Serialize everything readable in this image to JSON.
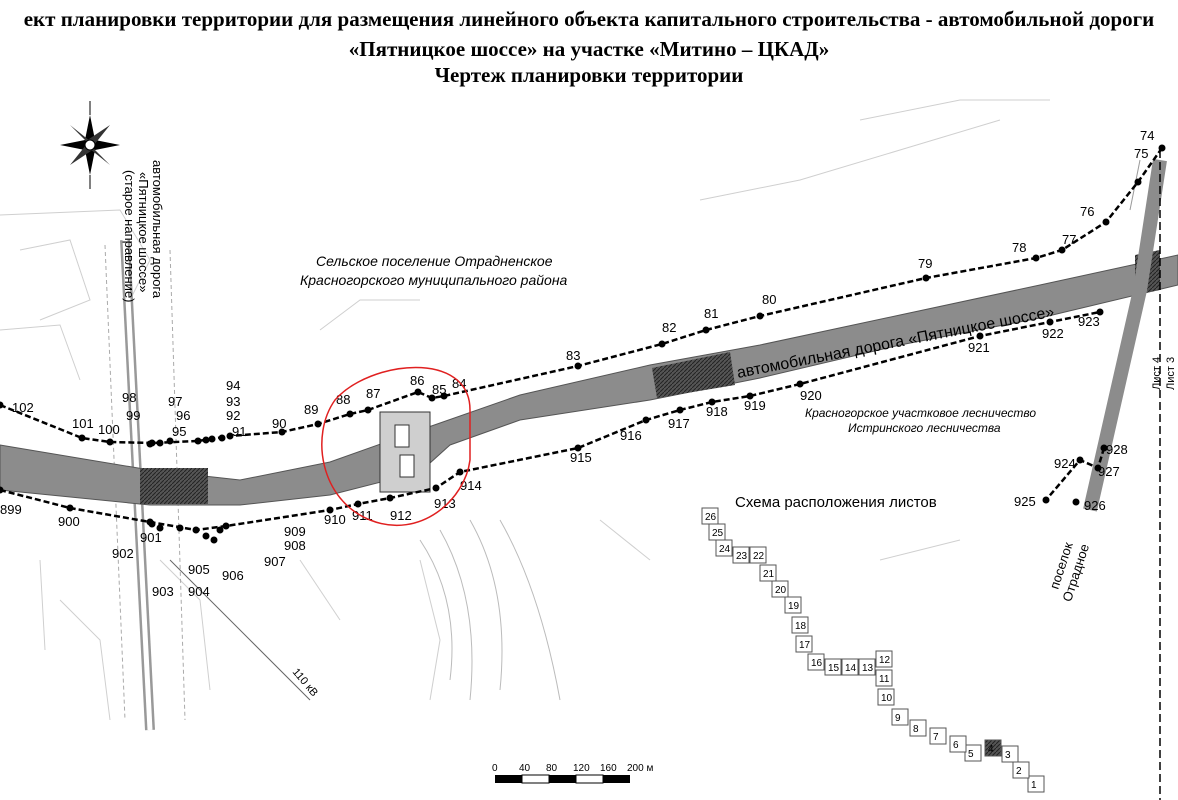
{
  "title": {
    "line1": "ект планировки территории для размещения линейного объекта капитального строительства - автомобильной дороги",
    "line2": "«Пятницкое шоссе» на участке «Митино – ЦКАД»",
    "line3": "Чертеж планировки территории"
  },
  "map": {
    "settlement": [
      "Сельское поселение Отрадненское",
      "Красногорского муниципального района"
    ],
    "old_road": [
      "автомобильная дорога",
      "«Пятницкое шоссе»",
      "(старое направление)"
    ],
    "main_road": "автомобильная дорога «Пятницкое шоссе»",
    "forestry": [
      "Красногорское участковое лесничество",
      "Истринского лесничества"
    ],
    "sheets_scheme_title": "Схема расположения листов",
    "otradnoe": [
      "поселок",
      "Отрадное"
    ],
    "sheet_side_labels": [
      "Лист 4",
      "Лист 3"
    ],
    "power_line": "110 кВ",
    "colors": {
      "road": "#8c8c8c",
      "ink": "#000000",
      "highlight": "#e02020",
      "grid": "#cfcfcf"
    }
  },
  "points_north": [
    {
      "id": "102",
      "label": "102"
    },
    {
      "id": "101",
      "label": "101"
    },
    {
      "id": "100",
      "label": "100"
    },
    {
      "id": "98",
      "label": "98"
    },
    {
      "id": "99",
      "label": "99"
    },
    {
      "id": "97",
      "label": "97"
    },
    {
      "id": "96",
      "label": "96"
    },
    {
      "id": "95",
      "label": "95"
    },
    {
      "id": "94",
      "label": "94"
    },
    {
      "id": "93",
      "label": "93"
    },
    {
      "id": "92",
      "label": "92"
    },
    {
      "id": "91",
      "label": "91"
    },
    {
      "id": "90",
      "label": "90"
    },
    {
      "id": "89",
      "label": "89"
    },
    {
      "id": "88",
      "label": "88"
    },
    {
      "id": "87",
      "label": "87"
    },
    {
      "id": "86",
      "label": "86"
    },
    {
      "id": "85",
      "label": "85"
    },
    {
      "id": "84",
      "label": "84"
    },
    {
      "id": "83",
      "label": "83"
    },
    {
      "id": "82",
      "label": "82"
    },
    {
      "id": "81",
      "label": "81"
    },
    {
      "id": "80",
      "label": "80"
    },
    {
      "id": "79",
      "label": "79"
    },
    {
      "id": "78",
      "label": "78"
    },
    {
      "id": "77",
      "label": "77"
    },
    {
      "id": "76",
      "label": "76"
    },
    {
      "id": "75",
      "label": "75"
    },
    {
      "id": "74",
      "label": "74"
    }
  ],
  "points_south": [
    {
      "id": "899",
      "label": "899"
    },
    {
      "id": "900",
      "label": "900"
    },
    {
      "id": "901",
      "label": "901"
    },
    {
      "id": "902",
      "label": "902"
    },
    {
      "id": "903",
      "label": "903"
    },
    {
      "id": "904",
      "label": "904"
    },
    {
      "id": "905",
      "label": "905"
    },
    {
      "id": "906",
      "label": "906"
    },
    {
      "id": "907",
      "label": "907"
    },
    {
      "id": "908",
      "label": "908"
    },
    {
      "id": "909",
      "label": "909"
    },
    {
      "id": "910",
      "label": "910"
    },
    {
      "id": "911",
      "label": "911"
    },
    {
      "id": "912",
      "label": "912"
    },
    {
      "id": "913",
      "label": "913"
    },
    {
      "id": "914",
      "label": "914"
    },
    {
      "id": "915",
      "label": "915"
    },
    {
      "id": "916",
      "label": "916"
    },
    {
      "id": "917",
      "label": "917"
    },
    {
      "id": "918",
      "label": "918"
    },
    {
      "id": "919",
      "label": "919"
    },
    {
      "id": "920",
      "label": "920"
    },
    {
      "id": "921",
      "label": "921"
    },
    {
      "id": "922",
      "label": "922"
    },
    {
      "id": "923",
      "label": "923"
    },
    {
      "id": "924",
      "label": "924"
    },
    {
      "id": "925",
      "label": "925"
    },
    {
      "id": "926",
      "label": "926"
    },
    {
      "id": "927",
      "label": "927"
    },
    {
      "id": "928",
      "label": "928"
    }
  ],
  "sheet_numbers": [
    "1",
    "2",
    "3",
    "4",
    "5",
    "6",
    "7",
    "8",
    "9",
    "10",
    "11",
    "12",
    "13",
    "14",
    "15",
    "16",
    "17",
    "18",
    "19",
    "20",
    "21",
    "22",
    "23",
    "24",
    "25",
    "26"
  ],
  "scale_bar": {
    "ticks": [
      "0",
      "40",
      "80",
      "120",
      "160",
      "200 м"
    ]
  }
}
